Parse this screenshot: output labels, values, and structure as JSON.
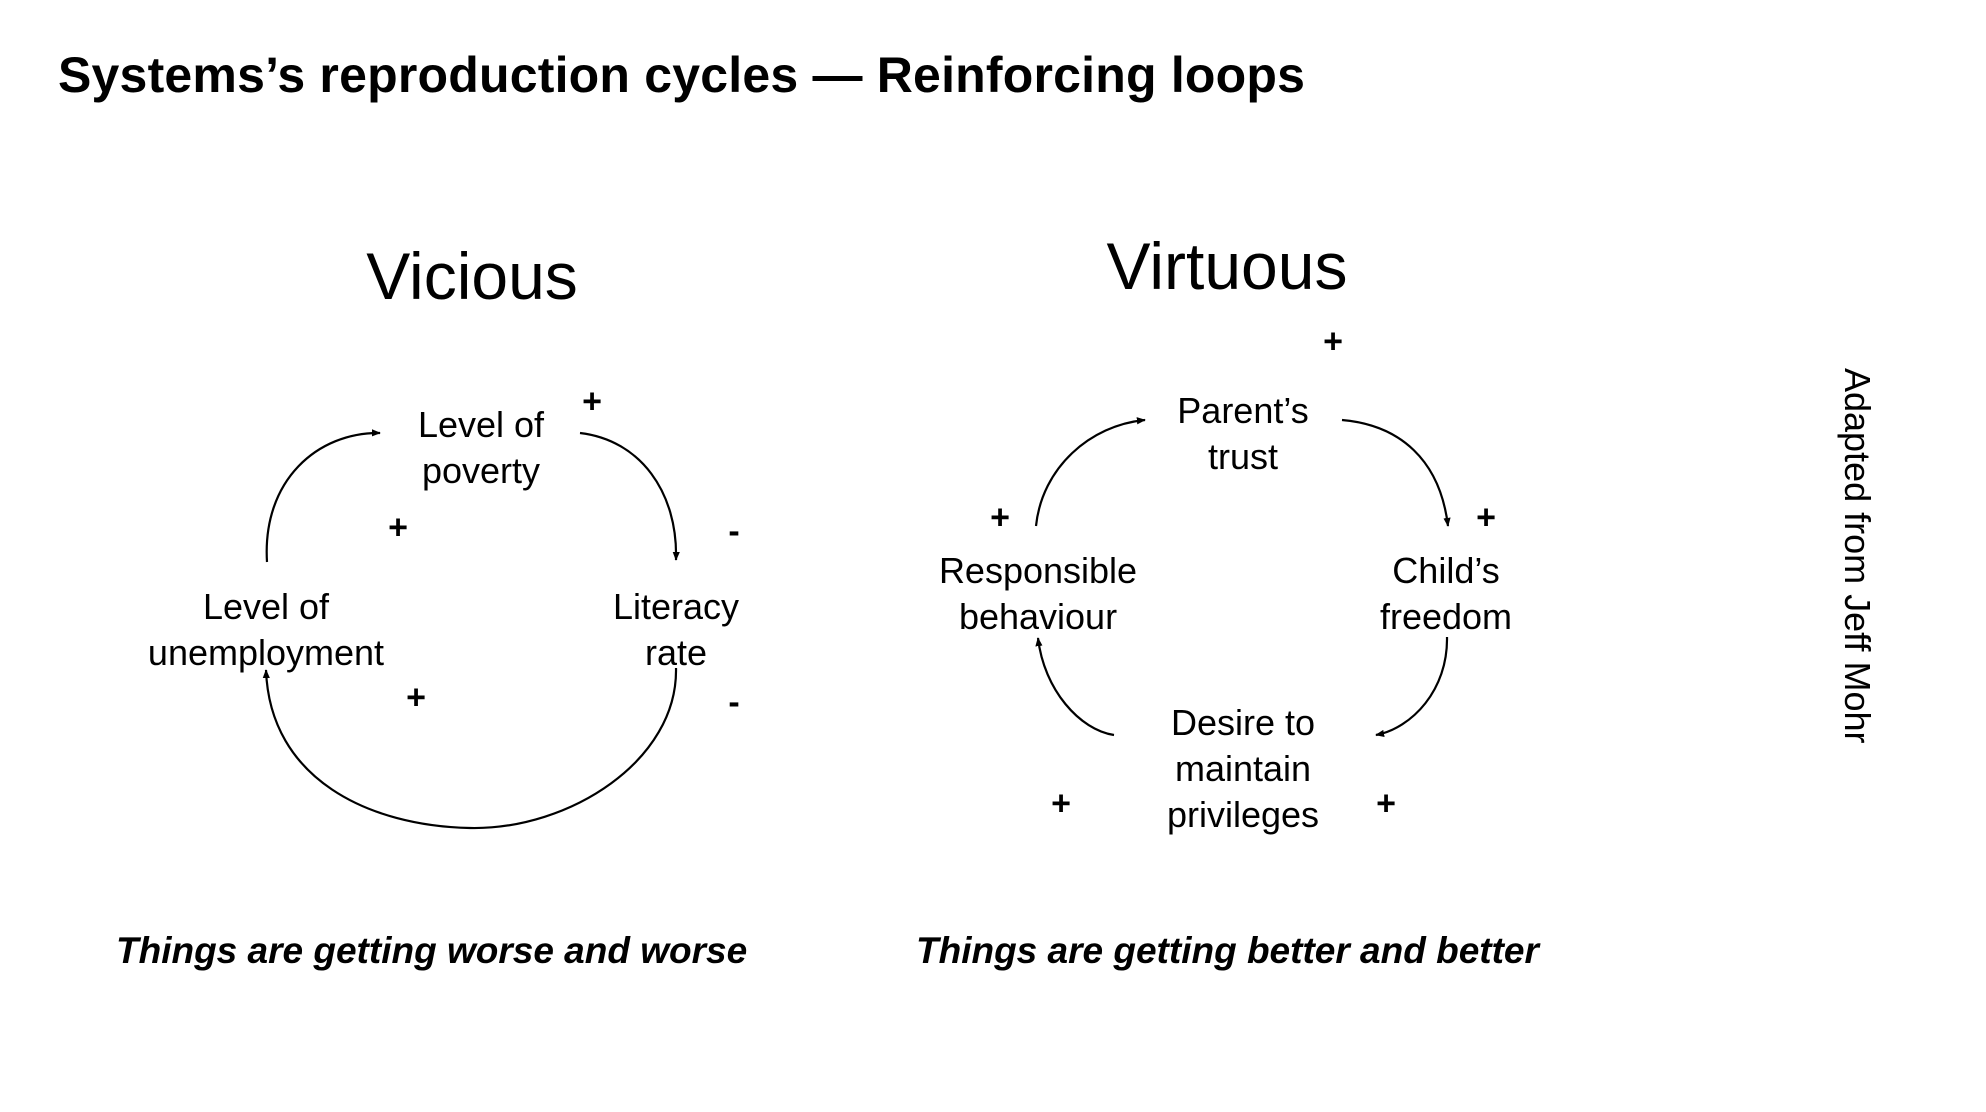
{
  "title": "Systems’s reproduction cycles — Reinforcing loops",
  "vicious": {
    "heading": "Vicious",
    "nodes": {
      "poverty": [
        "Level of",
        "poverty"
      ],
      "literacy": [
        "Literacy",
        "rate"
      ],
      "unemployment": [
        "Level of",
        "unemployment"
      ]
    },
    "signs": [
      "+",
      "+",
      "-",
      "-",
      "+"
    ],
    "caption": "Things are getting worse and worse"
  },
  "virtuous": {
    "heading": "Virtuous",
    "nodes": {
      "trust": [
        "Parent’s",
        "trust"
      ],
      "freedom": [
        "Child’s",
        "freedom"
      ],
      "desire": [
        "Desire to",
        "maintain",
        "privileges"
      ],
      "responsible": [
        "Responsible",
        "behaviour"
      ]
    },
    "signs": [
      "+",
      "+",
      "+",
      "+",
      "+"
    ],
    "caption": "Things are getting better and better"
  },
  "credit": "Adapted from Jeff Mohr"
}
